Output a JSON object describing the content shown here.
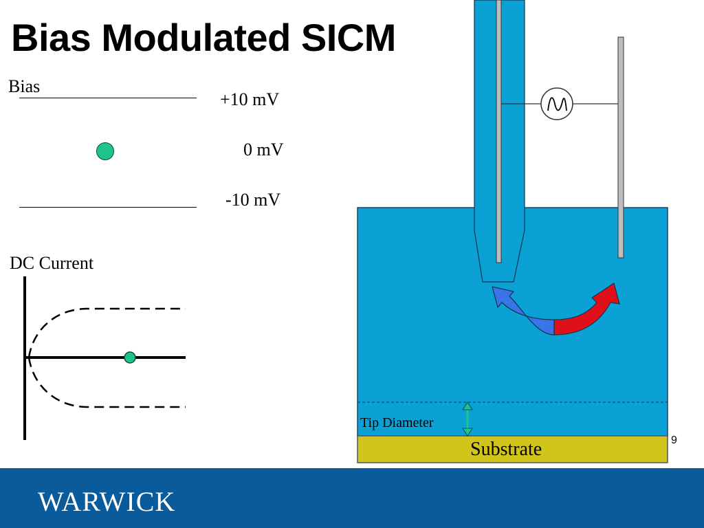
{
  "slide": {
    "title": "Bias Modulated SICM",
    "page_number": "9"
  },
  "bias_panel": {
    "label": "Bias",
    "levels": [
      "+10 mV",
      "0 mV",
      "-10 mV"
    ]
  },
  "current_panel": {
    "label": "DC Current"
  },
  "diagram": {
    "tip_label": "Tip Diameter",
    "substrate_label": "Substrate",
    "source_icon": "ac-source-sine-icon"
  },
  "footer": {
    "logo_text": "WARWICK"
  },
  "colors": {
    "electrolyte": "#0ba1d4",
    "substrate": "#d1c41b",
    "footer": "#0a5b9b",
    "arrow_blue": "#3a74e6",
    "arrow_red": "#e0101a",
    "marker": "#1ec48a"
  }
}
